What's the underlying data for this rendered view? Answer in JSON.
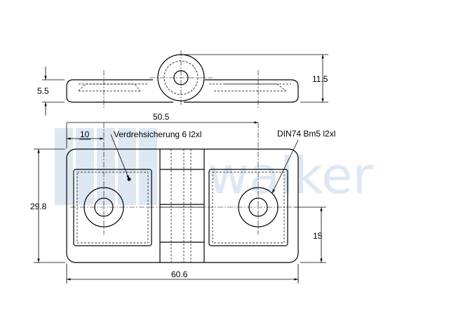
{
  "watermark": {
    "text": "walker",
    "color": "#dde8f3"
  },
  "dimensions": {
    "width_total": "60.6",
    "width_hole_centers": "50.5",
    "height_total": "29.8",
    "height_hole_center": "15",
    "hole_offset": "10",
    "side_height": "11.5",
    "side_thickness": "5.5"
  },
  "callouts": {
    "pin": "Verdrehsicherung 6 l2xl",
    "screw": "DIN74 Bm5 l2xl"
  },
  "colors": {
    "line": "#000000",
    "background": "#ffffff"
  }
}
